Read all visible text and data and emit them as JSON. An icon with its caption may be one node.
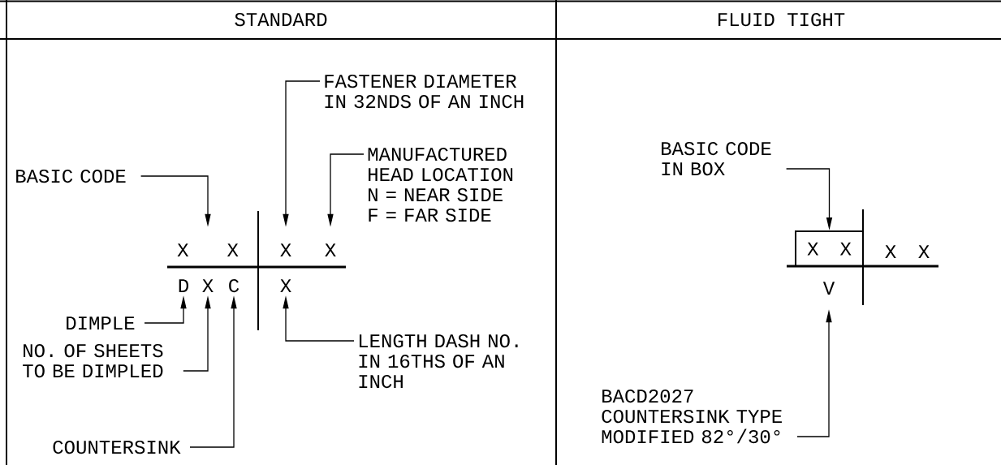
{
  "diagram": {
    "nodes": [
      {
        "text": [
          "FASTENER DIAMETER IN 32NDS OF AN INCH"
        ]
      },
      {
        "text": [
          "BASIC CODE"
        ]
      },
      {
        "text": [
          "MANUFACTURED HEAD LOCATION",
          "N = NEAR SIDE",
          "F = FAR SIDE"
        ]
      },
      {
        "text": [
          "X",
          "X"
        ]
      },
      {
        "text": [
          "X"
        ]
      },
      {
        "text": [
          "X"
        ]
      },
      {
        "text": [
          "D"
        ]
      },
      {
        "text": [
          "X"
        ]
      },
      {
        "text": [
          "C"
        ]
      },
      {
        "text": [
          "X"
        ]
      },
      {
        "text": [
          "DIMPLE"
        ]
      },
      {
        "text": [
          "LENGTH DASH NO. IN 16THS OF AN INCH"
        ]
      },
      {
        "text": [
          "NO. OF SHEETS TO BE DIMPLED"
        ]
      },
      {
        "text": [
          "COUNTERSINK"
        ]
      },
      {
        "text": [
          "BASIC CODE IN BOX"
        ]
      },
      {
        "text": [
          "X",
          "X"
        ]
      },
      {
        "text": [
          "V"
        ]
      },
      {
        "text": [
          "BACD2027 COUNTERSINK TYPE MODIFIED 82°/30°"
        ]
      }
    ],
    "edges": [
      {
        "from": 1,
        "to": 3,
        "arrow": "to"
      },
      {
        "from": 0,
        "to": 4,
        "arrow": "to"
      },
      {
        "from": 2,
        "to": 5,
        "arrow": "to"
      },
      {
        "from": 10,
        "to": 6,
        "arrow": "to"
      },
      {
        "from": 12,
        "to": 7,
        "arrow": "to"
      },
      {
        "from": 13,
        "to": 8,
        "arrow": "to"
      },
      {
        "from": 11,
        "to": 9,
        "arrow": "to"
      },
      {
        "from": 14,
        "to": 15,
        "arrow": "to"
      },
      {
        "from": 17,
        "to": 16,
        "arrow": "to"
      }
    ],
    "labels": [
      "STANDARD",
      "FLUID TIGHT",
      "X",
      "X"
    ]
  }
}
